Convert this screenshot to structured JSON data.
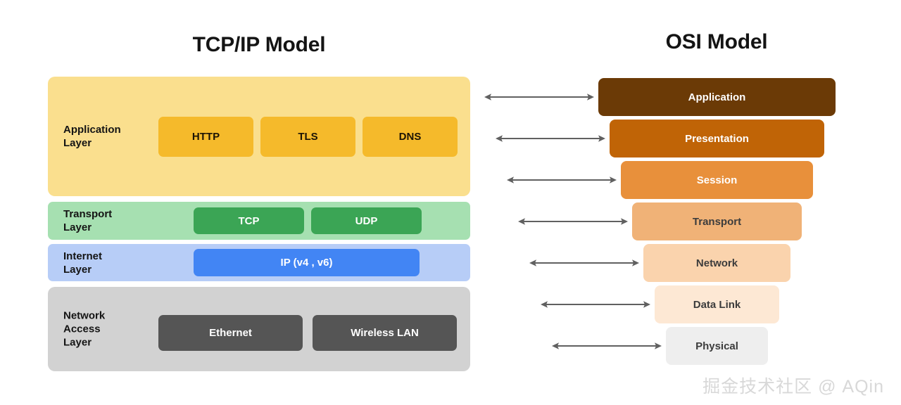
{
  "tcpip": {
    "title": "TCP/IP Model",
    "layers": [
      {
        "id": "application",
        "label": "Application\nLayer",
        "protocols": [
          "HTTP",
          "TLS",
          "DNS"
        ],
        "band_color": "#fadf8e",
        "box_color": "#f5ba2b"
      },
      {
        "id": "transport",
        "label": "Transport\nLayer",
        "protocols": [
          "TCP",
          "UDP"
        ],
        "band_color": "#a6e0b1",
        "box_color": "#3ba555"
      },
      {
        "id": "internet",
        "label": "Internet\nLayer",
        "protocols": [
          "IP (v4 , v6)"
        ],
        "band_color": "#b7cdf7",
        "box_color": "#4285f4"
      },
      {
        "id": "network-access",
        "label": "Network\nAccess\nLayer",
        "protocols": [
          "Ethernet",
          "Wireless LAN"
        ],
        "band_color": "#d2d2d2",
        "box_color": "#555555"
      }
    ]
  },
  "osi": {
    "title": "OSI Model",
    "layers": [
      {
        "name": "Application",
        "color": "#6b3a06",
        "text_color": "#ffffff"
      },
      {
        "name": "Presentation",
        "color": "#c06406",
        "text_color": "#ffffff"
      },
      {
        "name": "Session",
        "color": "#e8903b",
        "text_color": "#ffffff"
      },
      {
        "name": "Transport",
        "color": "#f0b277",
        "text_color": "#3c3c3c"
      },
      {
        "name": "Network",
        "color": "#fad3ad",
        "text_color": "#3c3c3c"
      },
      {
        "name": "Data Link",
        "color": "#fde8d4",
        "text_color": "#3c3c3c"
      },
      {
        "name": "Physical",
        "color": "#eeeeee",
        "text_color": "#3c3c3c"
      }
    ]
  },
  "connectors": {
    "count": 7,
    "style": "double-headed-arrow",
    "color": "#606060"
  },
  "watermark": "掘金技术社区 @ AQin"
}
